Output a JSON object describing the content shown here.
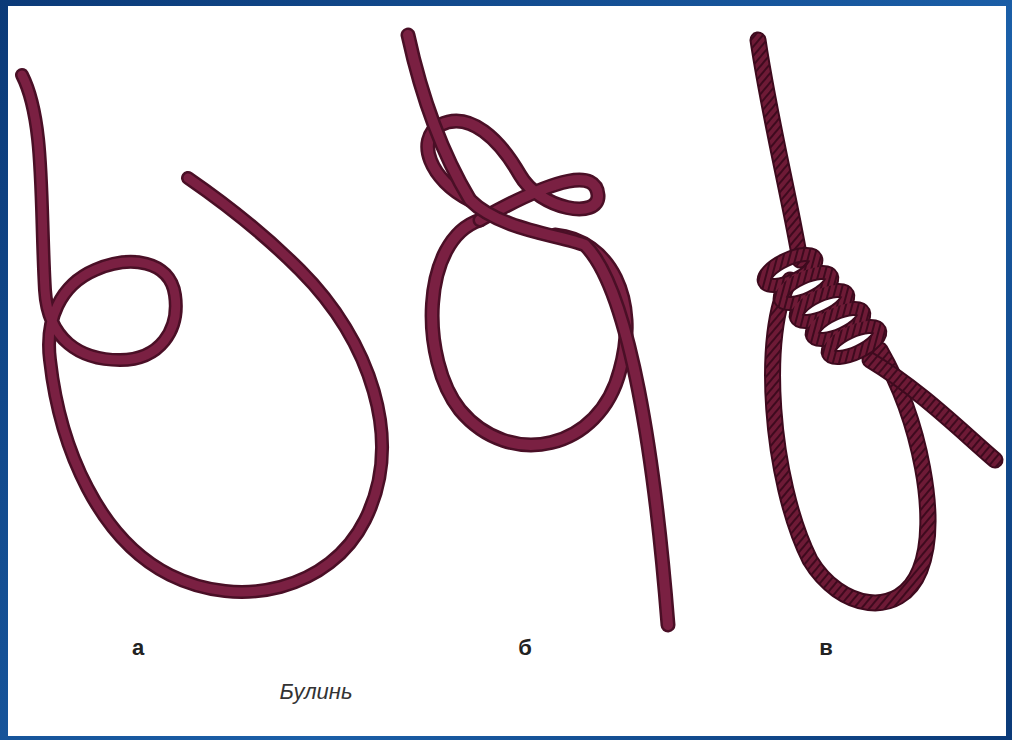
{
  "diagram": {
    "caption": "Булинь",
    "labels": [
      "а",
      "б",
      "в"
    ]
  }
}
